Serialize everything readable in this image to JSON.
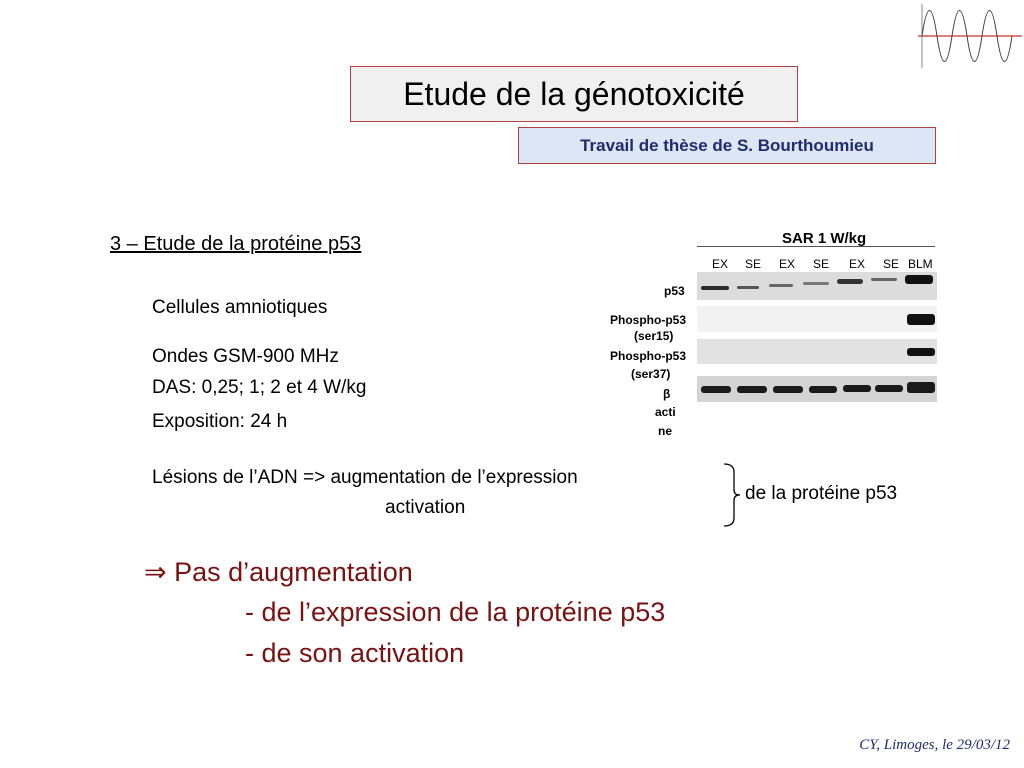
{
  "slide": {
    "title": "Etude de la génotoxicité",
    "subtitle": "Travail de thèse de S. Bourthoumieu",
    "section_title": "3 – Etude de la protéine p53",
    "info": {
      "cells": "Cellules amniotiques",
      "waves": "Ondes GSM-900 MHz",
      "das": "DAS: 0,25; 1; 2 et 4 W/kg",
      "exposure": "Exposition: 24 h"
    },
    "blot": {
      "title": "SAR 1 W/kg",
      "lanes": [
        "EX",
        "SE",
        "EX",
        "SE",
        "EX",
        "SE",
        "BLM"
      ],
      "row_labels": {
        "p53": "p53",
        "phospho15_line1": "Phospho-p53",
        "phospho15_line2": "(ser15)",
        "phospho37_line1": "Phospho-p53",
        "phospho37_line2": "(ser37)",
        "actin_line1": "β",
        "actin_line2": "acti",
        "actin_line3": "ne"
      }
    },
    "bracket": {
      "line1": "Lésions de l’ADN => augmentation de l’expression",
      "line2": "activation",
      "right": "de la protéine p53"
    },
    "conclusion": {
      "line1": "⇒ Pas d’augmentation",
      "line2": "- de l’expression de la protéine p53",
      "line3": "- de son activation"
    },
    "footer": "CY, Limoges, le 29/03/12"
  }
}
